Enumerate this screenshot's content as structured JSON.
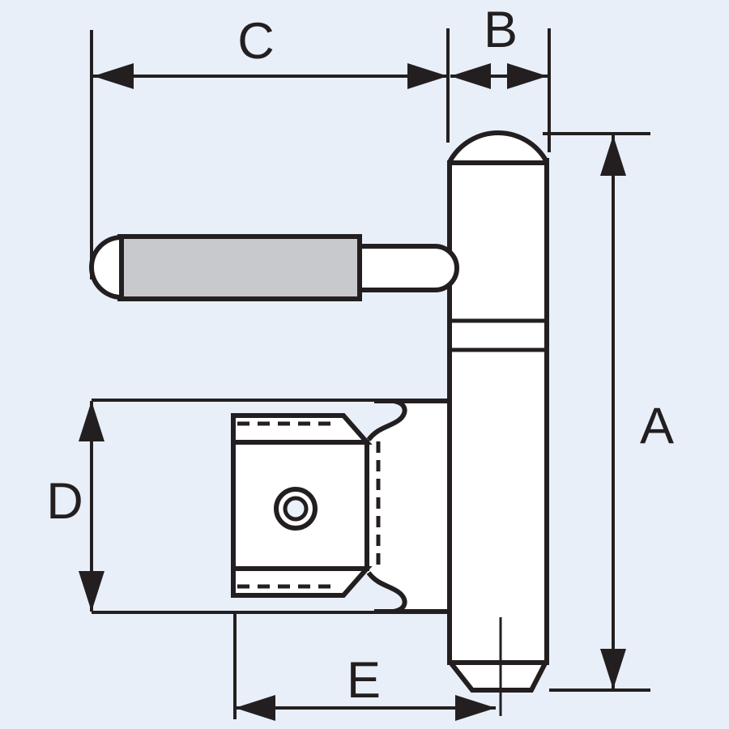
{
  "drawing": {
    "type": "hinge-technical-diagram",
    "dimensions": {
      "A": {
        "label": "A"
      },
      "B": {
        "label": "B"
      },
      "C": {
        "label": "C"
      },
      "D": {
        "label": "D"
      },
      "E": {
        "label": "E"
      }
    }
  },
  "colors": {
    "background": "#e8eff8",
    "line": "#231f20",
    "metal_gray": "#c7c9cc",
    "part_fill": "#ffffff",
    "hole_fill": "#eaf2fb"
  }
}
